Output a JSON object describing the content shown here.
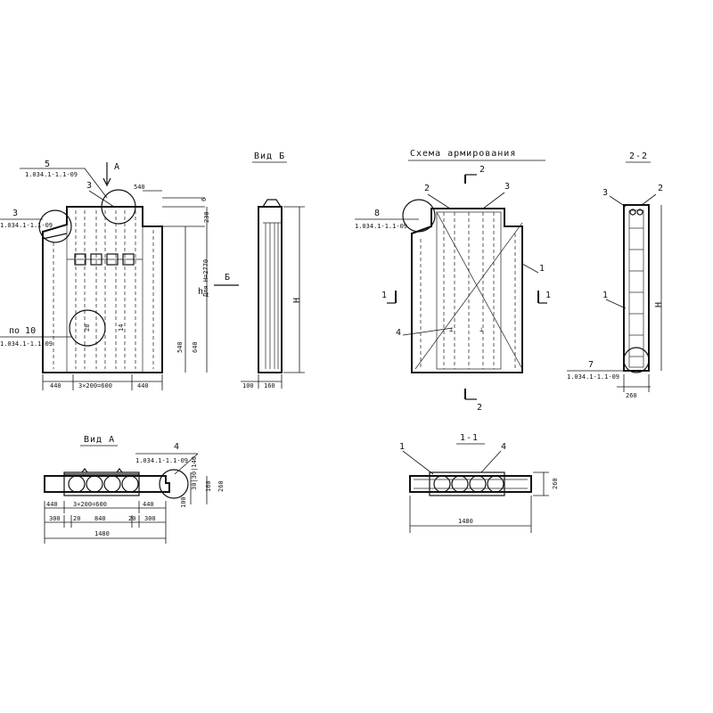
{
  "titles": {
    "view_b": "Вид Б",
    "scheme": "Схема армирования",
    "sec22": "2-2",
    "view_a": "Вид А",
    "sec11": "1-1"
  },
  "refs": {
    "ref5": "5",
    "ref5_doc": "1.034.1-1.1-09",
    "ref3_left": "3",
    "ref3_left_doc": "1.034.1-1.1-09",
    "pos10": "по 10",
    "pos10_doc": "1.034.1-1.1-09",
    "ref8": "8",
    "ref8_doc": "1.034.1-1.1-09",
    "ref4_a": "4",
    "ref4_a_doc": "1.034.1-1.1-09",
    "ref7": "7",
    "ref7_doc": "1.034.1-1.1-09"
  },
  "marks": {
    "arrow_a": "А",
    "arrow_b": "Б",
    "callout3": "3",
    "sec2": "2",
    "sec1": "1",
    "pos1": "1",
    "pos2": "2",
    "pos3": "3",
    "pos4": "4",
    "rot28": "28",
    "rot14": "14"
  },
  "dims": {
    "d540_top": "540",
    "d6": "6",
    "d230": "230",
    "h": "h",
    "for_h": "Для H=2770",
    "d540_bot": "540",
    "d640": "640",
    "d440_l": "440",
    "d3x200": "3×200=600",
    "d440_r": "440",
    "d100": "100",
    "d160": "160",
    "H_b": "H",
    "H_22": "H",
    "d260_22": "260",
    "a_440_l": "440",
    "a_3x200": "3×200=600",
    "a_440_r": "440",
    "a_300_l": "300",
    "a_20_l": "20",
    "a_840": "840",
    "a_20_r": "20",
    "a_300_r": "300",
    "a_1480": "1480",
    "a_100": "100",
    "a_160": "160",
    "a_260": "260",
    "a_stack": "30|30|140",
    "s_260": "260",
    "s_1480": "1480"
  }
}
